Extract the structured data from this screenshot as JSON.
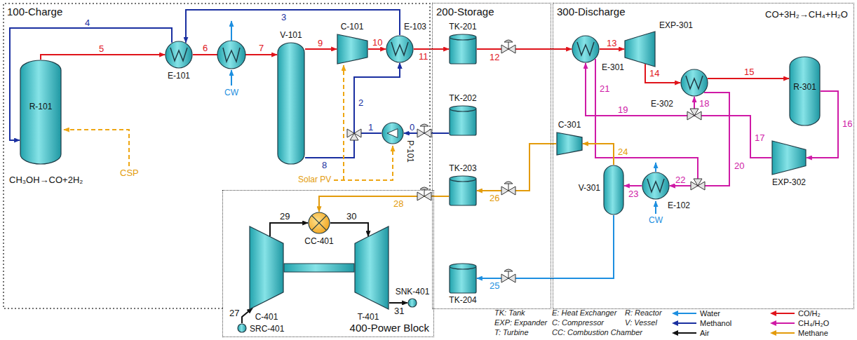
{
  "diagram": {
    "nodes": [
      {
        "text": [
          "100-Charge"
        ]
      },
      {
        "text": [
          "R-101"
        ],
        "in": 0
      },
      {
        "text": [
          "E-101"
        ],
        "in": 0
      },
      {
        "text": [
          "V-101"
        ],
        "in": 0
      },
      {
        "text": [
          "C-101"
        ],
        "in": 0
      },
      {
        "text": [
          "E-103"
        ],
        "in": 0
      },
      {
        "text": [
          "P-101"
        ],
        "in": 0
      },
      {
        "text": [
          "200-Storage"
        ]
      },
      {
        "text": [
          "TK-201"
        ],
        "in": 7
      },
      {
        "text": [
          "TK-202"
        ],
        "in": 7
      },
      {
        "text": [
          "TK-203"
        ],
        "in": 7
      },
      {
        "text": [
          "TK-204"
        ],
        "in": 7
      },
      {
        "text": [
          "300-Discharge"
        ]
      },
      {
        "text": [
          "E-301"
        ],
        "in": 12
      },
      {
        "text": [
          "EXP-301"
        ],
        "in": 12
      },
      {
        "text": [
          "E-302"
        ],
        "in": 12
      },
      {
        "text": [
          "R-301"
        ],
        "in": 12
      },
      {
        "text": [
          "EXP-302"
        ],
        "in": 12
      },
      {
        "text": [
          "C-301"
        ],
        "in": 12
      },
      {
        "text": [
          "V-301"
        ],
        "in": 12
      },
      {
        "text": [
          "E-102"
        ],
        "in": 12
      },
      {
        "text": [
          "400-Power Block"
        ]
      },
      {
        "text": [
          "CC-401"
        ],
        "in": 21
      },
      {
        "text": [
          "C-401"
        ],
        "in": 21
      },
      {
        "text": [
          "T-401"
        ],
        "in": 21
      },
      {
        "text": [
          "SRC-401"
        ],
        "in": 21
      },
      {
        "text": [
          "SNK-401"
        ],
        "in": 21
      }
    ],
    "edges": [
      {
        "from": 2,
        "to": 1,
        "arrow": "to",
        "label": "4"
      },
      {
        "from": 1,
        "to": 2,
        "arrow": "to",
        "label": "5"
      },
      {
        "from": 2,
        "to": 3,
        "arrow": "to",
        "label": "6"
      },
      {
        "from": 3,
        "to": 4,
        "arrow": "to",
        "label": "9"
      },
      {
        "from": 4,
        "to": 5,
        "arrow": "to",
        "label": "10"
      },
      {
        "from": 5,
        "to": 2,
        "arrow": "to",
        "label": "3"
      },
      {
        "from": 3,
        "to": 5,
        "arrow": "to",
        "label": "8"
      },
      {
        "from": 6,
        "to": 5,
        "arrow": "to",
        "label": "1"
      },
      {
        "from": 9,
        "to": 6,
        "arrow": "to",
        "label": "0"
      },
      {
        "from": 5,
        "to": 8,
        "arrow": "to",
        "label": "11"
      },
      {
        "from": 8,
        "to": 13,
        "arrow": "to",
        "label": "12"
      },
      {
        "from": 13,
        "to": 14,
        "arrow": "to",
        "label": "13"
      },
      {
        "from": 14,
        "to": 15,
        "arrow": "to",
        "label": "14"
      },
      {
        "from": 15,
        "to": 16,
        "arrow": "to",
        "label": "15"
      },
      {
        "from": 16,
        "to": 17,
        "arrow": "to",
        "label": "16"
      },
      {
        "from": 17,
        "to": 15,
        "arrow": "to",
        "label": "17"
      },
      {
        "from": 17,
        "to": 13,
        "arrow": "to",
        "label": "19"
      },
      {
        "from": 15,
        "to": 20,
        "arrow": "to",
        "label": "20"
      },
      {
        "from": 13,
        "to": 20,
        "arrow": "to",
        "label": "21"
      },
      {
        "from": 20,
        "to": 19,
        "arrow": "to",
        "label": "23"
      },
      {
        "from": 19,
        "to": 18,
        "arrow": "to",
        "label": "24"
      },
      {
        "from": 19,
        "to": 11,
        "arrow": "to",
        "label": "25"
      },
      {
        "from": 18,
        "to": 10,
        "arrow": "to",
        "label": "26"
      },
      {
        "from": 10,
        "to": 22,
        "arrow": "to",
        "label": "28"
      },
      {
        "from": 25,
        "to": 23,
        "arrow": "to",
        "label": "27"
      },
      {
        "from": 23,
        "to": 22,
        "arrow": "to",
        "label": "29"
      },
      {
        "from": 22,
        "to": 24,
        "arrow": "to",
        "label": "30"
      },
      {
        "from": 24,
        "to": 26,
        "arrow": "to",
        "label": "31"
      }
    ],
    "labels": [
      "2",
      "7",
      "18",
      "22",
      "CH₃OH→CO+2H₂",
      "CO+3H₂→CH₄+H₂O",
      "Solar PV",
      "CSP",
      "CW",
      "CW",
      "TK: Tank",
      "E: Heat Exchanger",
      "R: Reactor",
      "EXP: Expander",
      "C: Compressor",
      "V: Vessel",
      "T: Turbine",
      "CC: Combustion Chamber"
    ],
    "legend": [
      {
        "text": "Water"
      },
      {
        "text": "Methanol"
      },
      {
        "text": "Air"
      },
      {
        "text": "CO/H₂"
      },
      {
        "text": "CH₄/H₂O"
      },
      {
        "text": "Methane"
      }
    ]
  }
}
